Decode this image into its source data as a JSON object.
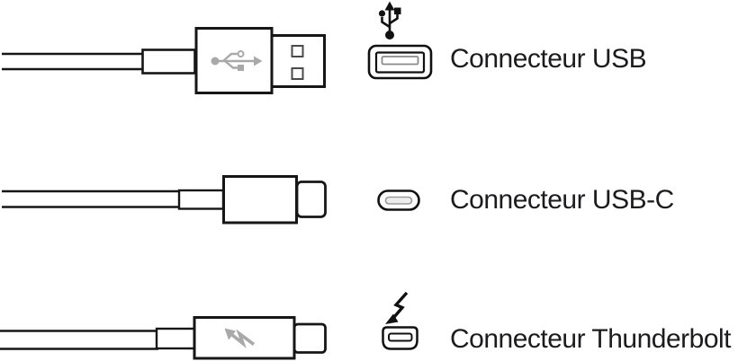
{
  "diagram": {
    "rows": [
      {
        "connector_id": "usb",
        "label": "Connecteur USB",
        "cable_illustration": "usb-a-cable",
        "cable_symbol": "usb-trident-symbol",
        "port_icon": "usb-a-port-icon"
      },
      {
        "connector_id": "usb-c",
        "label": "Connecteur USB-C",
        "cable_illustration": "usb-c-cable",
        "cable_symbol": "",
        "port_icon": "usb-c-port-icon"
      },
      {
        "connector_id": "thunderbolt",
        "label": "Connecteur Thunderbolt",
        "cable_illustration": "thunderbolt-cable",
        "cable_symbol": "lightning-bolt-symbol",
        "port_icon": "thunderbolt-port-icon"
      }
    ],
    "colors": {
      "outline": "#161616",
      "symbol_gray": "#a9a9a9",
      "text": "#1c1c1e",
      "background": "#ffffff"
    }
  }
}
